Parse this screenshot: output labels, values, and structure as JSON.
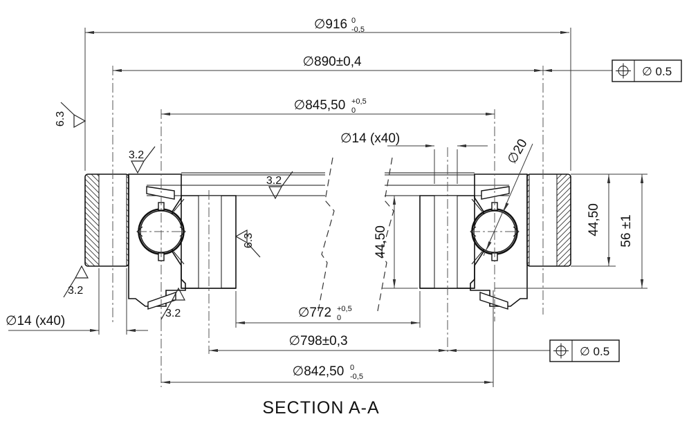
{
  "drawing": {
    "title": "SECTION A-A",
    "dims": {
      "od": {
        "label": "∅916",
        "tol_top": "0",
        "tol_bot": "-0,5"
      },
      "outer_bolt_circle": {
        "label": "∅890±0,4"
      },
      "raceway": {
        "label": "∅845,50",
        "tol_top": "+0,5",
        "tol_bot": "0"
      },
      "bolt_hole_top": {
        "label": "∅14 (x40)"
      },
      "ball": {
        "label": "∅20"
      },
      "bore": {
        "label": "∅772",
        "tol_top": "+0,5",
        "tol_bot": "0"
      },
      "inner_bolt_circle": {
        "label": "∅798±0,3"
      },
      "inner_od": {
        "label": "∅842,50",
        "tol_top": "0",
        "tol_bot": "-0,5"
      },
      "bolt_hole_bottom": {
        "label": "∅14 (x40)"
      },
      "outer_ring_height": {
        "label": "44,50"
      },
      "overall_height": {
        "label": "56 ±1"
      },
      "inner_ring_height": {
        "label": "44,50"
      }
    },
    "surface_finish": {
      "rough": "6.3",
      "fine": "3.2"
    },
    "gdt": {
      "top": {
        "tolerance": "∅ 0.5"
      },
      "bottom": {
        "tolerance": "∅ 0.5"
      }
    }
  }
}
